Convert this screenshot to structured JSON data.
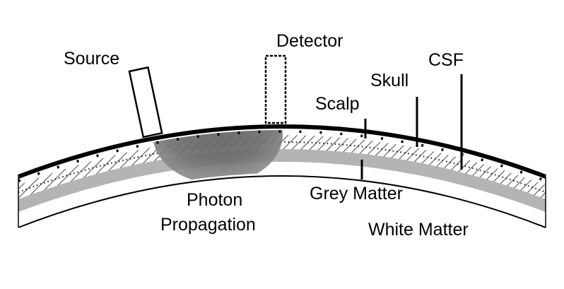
{
  "labels": {
    "source": "Source",
    "detector": "Detector",
    "scalp": "Scalp",
    "skull": "Skull",
    "csf": "CSF",
    "photon_line1": "Photon",
    "photon_line2": "Propagation",
    "grey_matter": "Grey Matter",
    "white_matter": "White Matter"
  },
  "colors": {
    "scalp": "#000000",
    "skull_hatch": "#555555",
    "csf_dots": "#222222",
    "grey_matter": "#b4b4b4",
    "white_matter": "#ffffff",
    "photon_region": "#6e6e6e",
    "outline": "#000000"
  }
}
